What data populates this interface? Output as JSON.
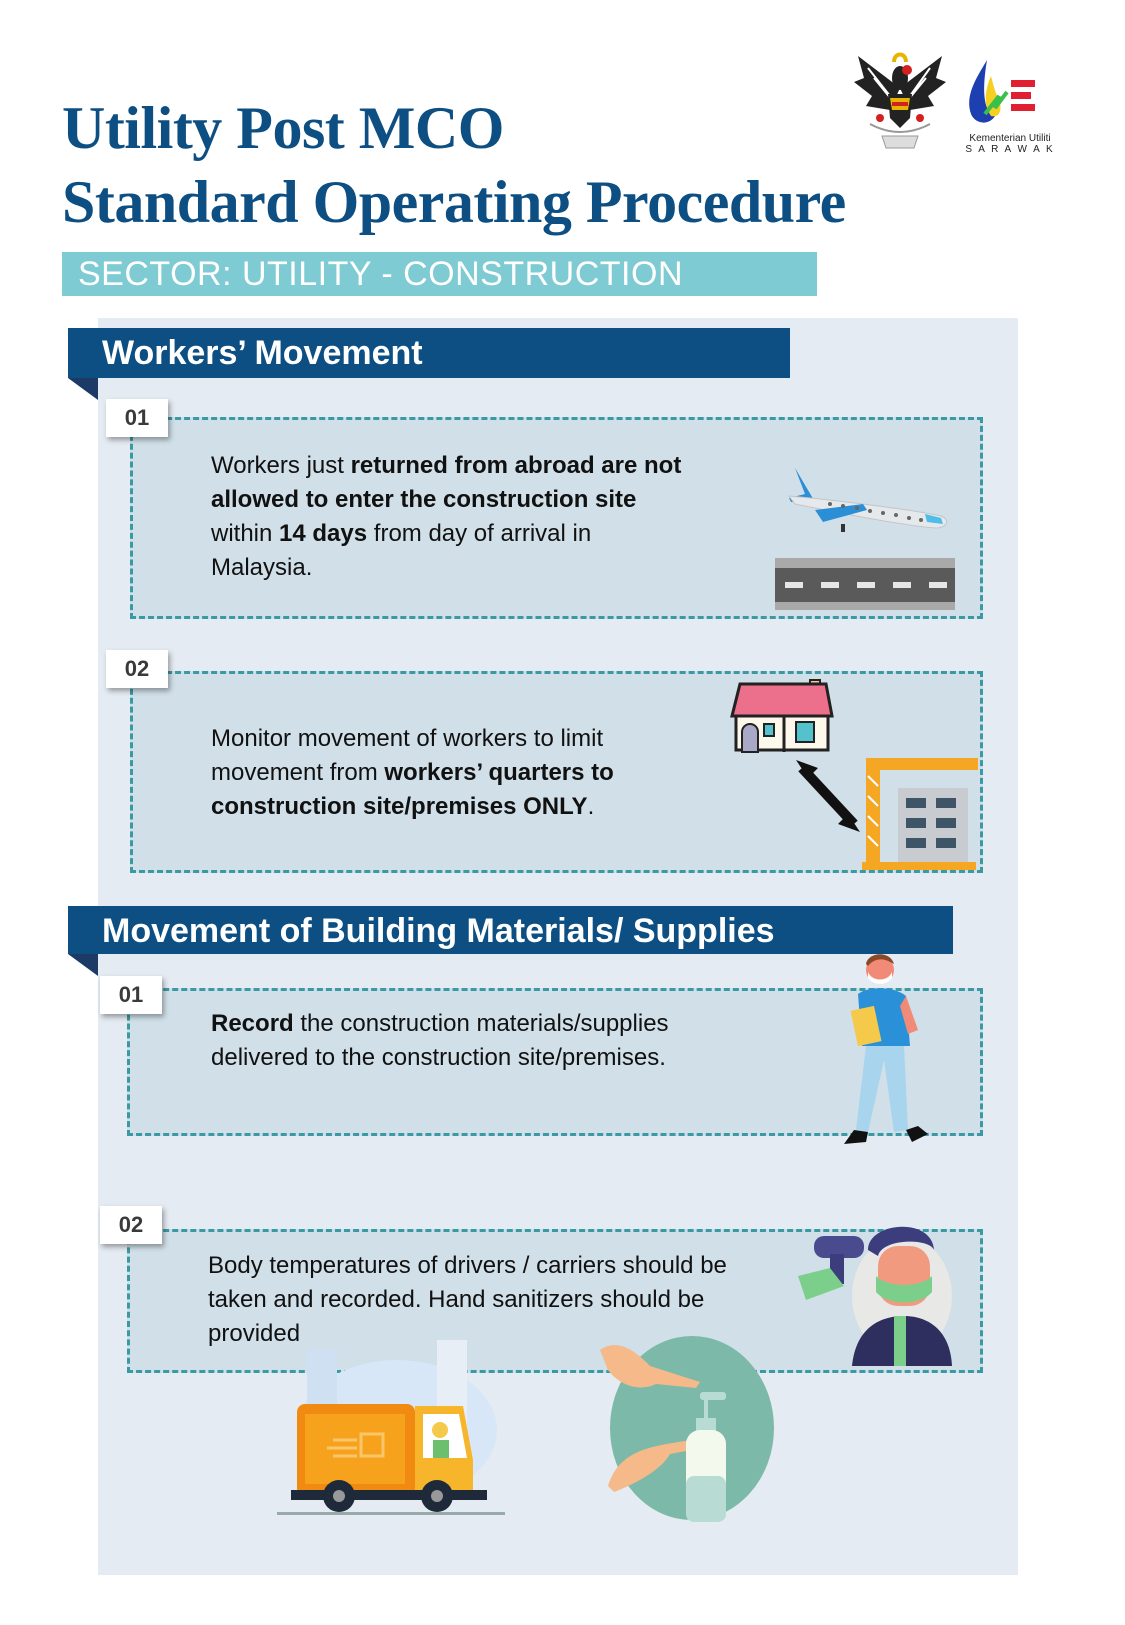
{
  "header": {
    "title_line1": "Utility Post MCO",
    "title_line2": "Standard Operating Procedure",
    "sector_label": "SECTOR: UTILITY - CONSTRUCTION",
    "logos": {
      "state_crest": "sarawak-coat-of-arms",
      "ministry_name": "Kementerian Utiliti",
      "ministry_region": "S A R A W A K"
    }
  },
  "colors": {
    "title_blue": "#0d4f82",
    "sector_bg": "#7ecbd3",
    "panel_bg": "#e4ebf2",
    "box_bg": "#d0dfe8",
    "dash_teal": "#3a9aa3"
  },
  "sections": [
    {
      "heading": "Workers’ Movement",
      "items": [
        {
          "number": "01",
          "parts": [
            {
              "t": "Workers just ",
              "b": false
            },
            {
              "t": "returned from abroad are not allowed to enter the construction site",
              "b": true
            },
            {
              "t": " within ",
              "b": false
            },
            {
              "t": "14 days",
              "b": true
            },
            {
              "t": " from day of arrival in Malaysia.",
              "b": false
            }
          ],
          "illustration": "airplane-landing-on-runway"
        },
        {
          "number": "02",
          "parts": [
            {
              "t": "Monitor movement of workers to limit movement from ",
              "b": false
            },
            {
              "t": "workers’ quarters to construction site/premises ONLY",
              "b": true
            },
            {
              "t": ".",
              "b": false
            }
          ],
          "illustration": "house-to-construction-site-arrow"
        }
      ]
    },
    {
      "heading": "Movement of Building Materials/ Supplies",
      "items": [
        {
          "number": "01",
          "parts": [
            {
              "t": "Record",
              "b": true
            },
            {
              "t": " the construction materials/supplies delivered to the construction site/premises.",
              "b": false
            }
          ],
          "illustration": "masked-worker-with-clipboard"
        },
        {
          "number": "02",
          "parts": [
            {
              "t": "Body temperatures of drivers / carriers should be taken and recorded. Hand sanitizers should be provided",
              "b": false
            }
          ],
          "illustration": "temperature-check-scanner"
        }
      ]
    }
  ],
  "footer_illustrations": [
    "delivery-truck-with-driver",
    "hand-sanitizer-dispenser"
  ]
}
